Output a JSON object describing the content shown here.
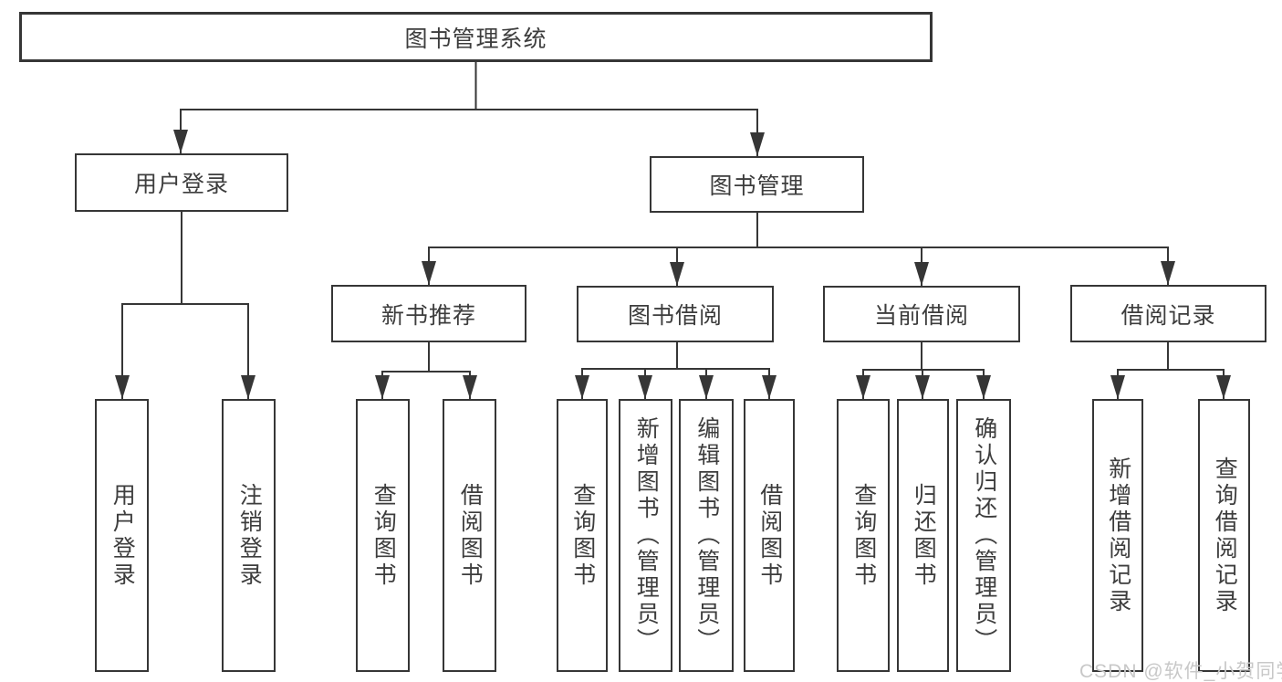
{
  "diagram": {
    "root": {
      "label": "图书管理系统"
    },
    "branches": [
      {
        "label": "用户登录",
        "children": [
          {
            "label": "用户登录"
          },
          {
            "label": "注销登录"
          }
        ]
      },
      {
        "label": "图书管理",
        "groups": [
          {
            "label": "新书推荐",
            "children": [
              {
                "label": "查询图书"
              },
              {
                "label": "借阅图书"
              }
            ]
          },
          {
            "label": "图书借阅",
            "children": [
              {
                "label": "查询图书"
              },
              {
                "label": "新增图书（管理员）"
              },
              {
                "label": "编辑图书（管理员）"
              },
              {
                "label": "借阅图书"
              }
            ]
          },
          {
            "label": "当前借阅",
            "children": [
              {
                "label": "查询图书"
              },
              {
                "label": "归还图书"
              },
              {
                "label": "确认归还（管理员）"
              }
            ]
          },
          {
            "label": "借阅记录",
            "children": [
              {
                "label": "新增借阅记录"
              },
              {
                "label": "查询借阅记录"
              }
            ]
          }
        ]
      }
    ]
  },
  "watermark": "CSDN @软件_小贺同学",
  "colors": {
    "line": "#363636",
    "text": "#3d3d3d",
    "watermark_text": "#c8c8c8",
    "background": "#ffffff"
  }
}
